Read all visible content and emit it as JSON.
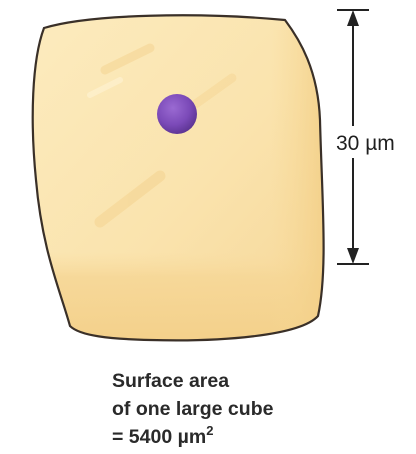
{
  "dimension": {
    "label": "30 µm"
  },
  "caption": {
    "line1": "Surface area",
    "line2": "of one large cube",
    "line3_prefix": "= 5400 µm",
    "line3_superscript": "2"
  },
  "colors": {
    "cube_fill": "#fbe6b2",
    "cube_outline": "#3a3028",
    "nucleus": "#7b4ab8",
    "dimension_line": "#222222",
    "text": "#2a2a2a"
  }
}
